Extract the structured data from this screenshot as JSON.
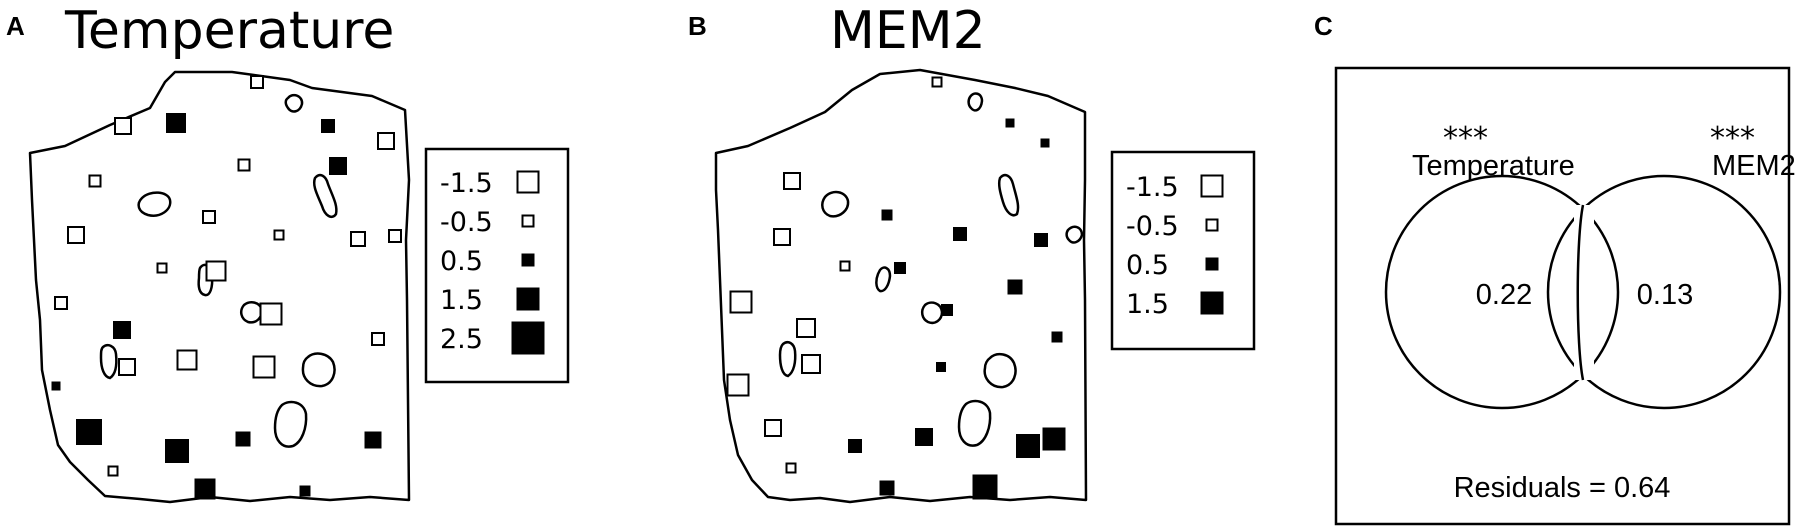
{
  "panels": [
    {
      "id": "A",
      "letter": "A",
      "title": "Temperature",
      "legend": [
        {
          "label": "-1.5",
          "value": -1.5
        },
        {
          "label": "-0.5",
          "value": -0.5
        },
        {
          "label": "0.5",
          "value": 0.5
        },
        {
          "label": "1.5",
          "value": 1.5
        },
        {
          "label": "2.5",
          "value": 2.5
        }
      ]
    },
    {
      "id": "B",
      "letter": "B",
      "title": "MEM2",
      "legend": [
        {
          "label": "-1.5",
          "value": -1.5
        },
        {
          "label": "-0.5",
          "value": -0.5
        },
        {
          "label": "0.5",
          "value": 0.5
        },
        {
          "label": "1.5",
          "value": 1.5
        }
      ]
    }
  ],
  "venn": {
    "letter": "C",
    "left_label": "Temperature",
    "right_label": "MEM2",
    "left_stars": "***",
    "right_stars": "***",
    "left_value": "0.22",
    "right_value": "0.13",
    "residuals": "Residuals = 0.64"
  },
  "colors": {
    "positive": "#000000",
    "negative": "#ffffff",
    "stroke": "#000000"
  }
}
